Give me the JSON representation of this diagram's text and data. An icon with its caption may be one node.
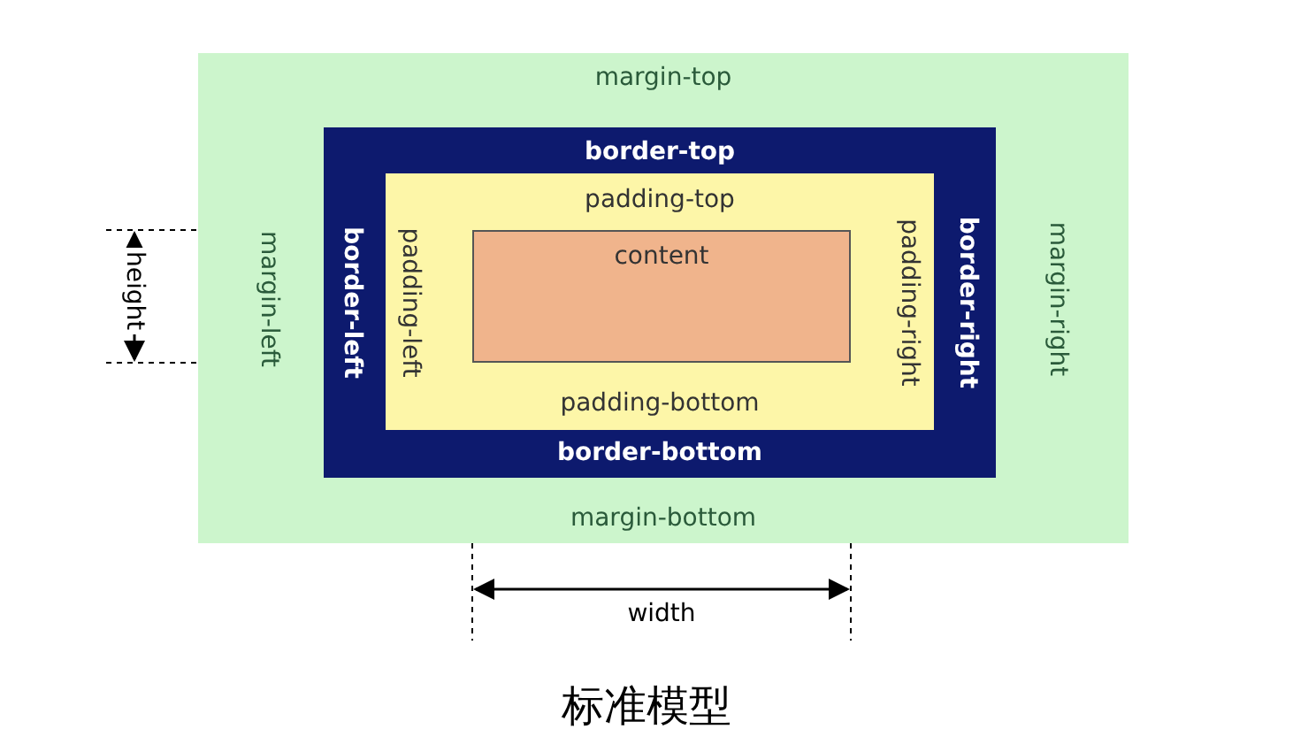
{
  "diagram": {
    "caption": "标准模型",
    "nodes": [
      {
        "text": [
          "margin-top",
          "margin-left",
          "margin-right",
          "margin-bottom"
        ]
      },
      {
        "text": [
          "border-top",
          "border-left",
          "border-right",
          "border-bottom"
        ],
        "in": 0
      },
      {
        "text": [
          "padding-top",
          "padding-left",
          "padding-right",
          "padding-bottom"
        ],
        "in": 1
      },
      {
        "text": [
          "content"
        ],
        "in": 2
      }
    ],
    "edges": [],
    "labels": [
      "height",
      "width"
    ]
  }
}
